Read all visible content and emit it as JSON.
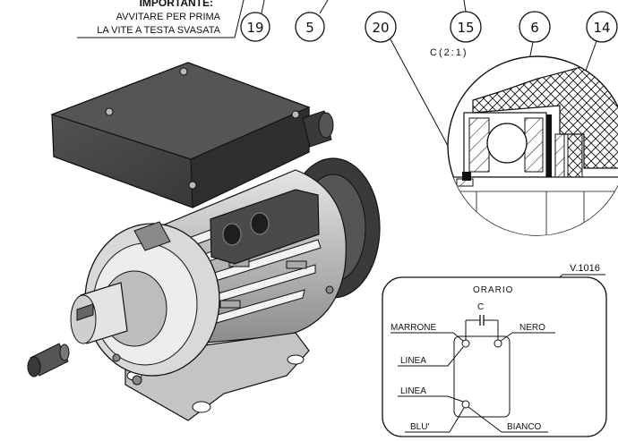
{
  "note": {
    "title": "IMPORTANTE:",
    "line1": "AVVITARE PER PRIMA",
    "line2": "LA VITE A TESTA SVASATA"
  },
  "balloons": {
    "b19": "19",
    "b5": "5",
    "b20": "20",
    "b15": "15",
    "b6": "6",
    "b14": "14"
  },
  "detail": {
    "label": "C(2:1)"
  },
  "wiring": {
    "version": "V.1016",
    "direction": "ORARIO",
    "capacitor": "C",
    "marrone": "MARRONE",
    "nero": "NERO",
    "linea_top": "LINEA",
    "linea_bottom": "LINEA",
    "blu": "BLU'",
    "bianco": "BIANCO"
  },
  "colors": {
    "ink": "#111111",
    "body_dark": "#3a3a3a",
    "body_mid": "#6b6b6b",
    "body_light": "#bdbdbd",
    "metal": "#d6d6d6"
  }
}
